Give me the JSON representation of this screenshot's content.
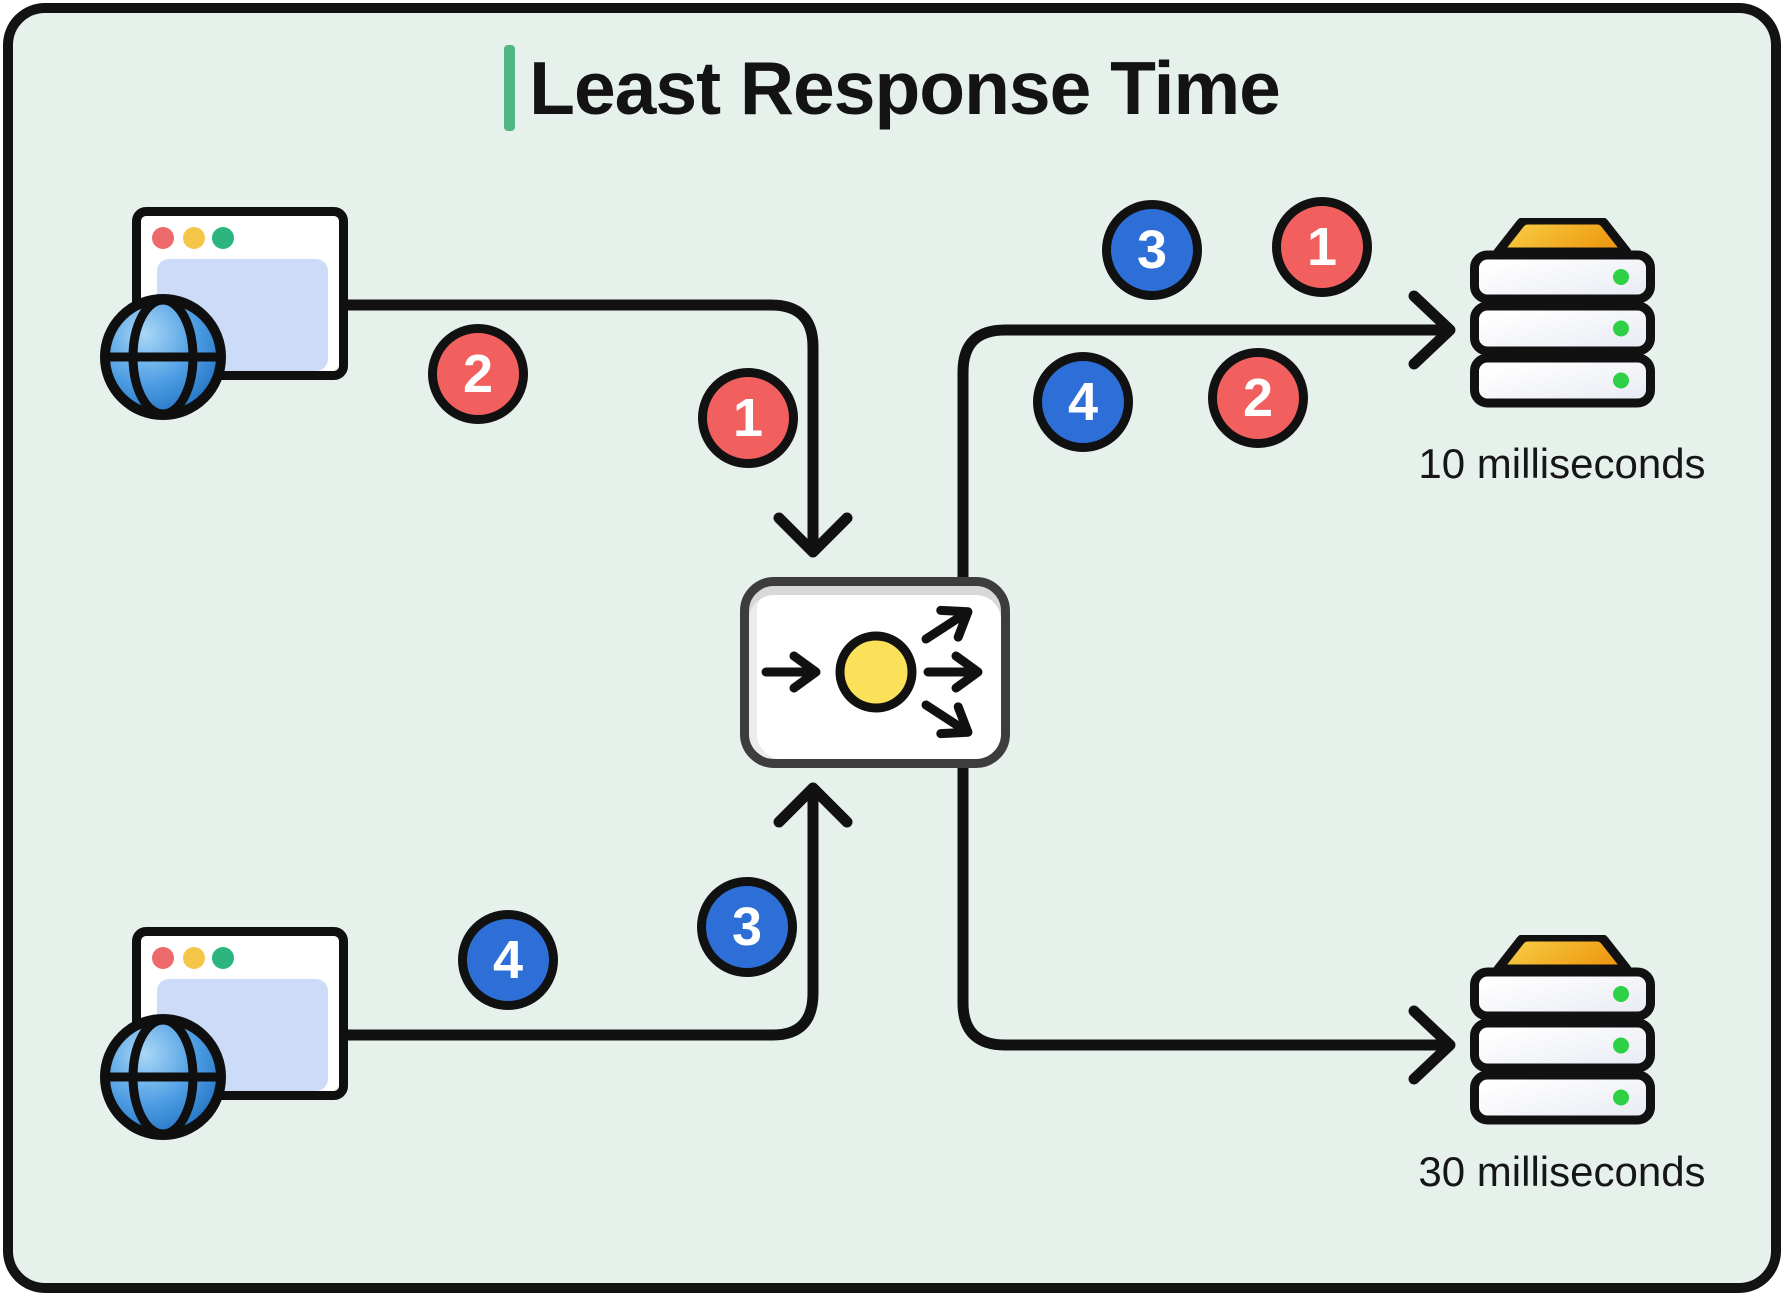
{
  "title": {
    "label": "Least Response Time"
  },
  "servers": [
    {
      "label": "10 milliseconds"
    },
    {
      "label": "30 milliseconds"
    }
  ],
  "badges": [
    {
      "label": "2",
      "color": "red"
    },
    {
      "label": "1",
      "color": "red"
    },
    {
      "label": "3",
      "color": "blue"
    },
    {
      "label": "4",
      "color": "blue"
    },
    {
      "label": "3",
      "color": "blue"
    },
    {
      "label": "1",
      "color": "red"
    },
    {
      "label": "4",
      "color": "blue"
    },
    {
      "label": "2",
      "color": "red"
    }
  ],
  "colors": {
    "background": "#e7f1ec",
    "frame_border": "#131313",
    "accent_green": "#50b583",
    "badge_red": "#f25f5f",
    "badge_blue": "#2d6fd6",
    "connector": "#111111",
    "lb_core_yellow": "#fbe05a",
    "server_top_orange": "#f0a01d",
    "status_green": "#2ed146"
  }
}
